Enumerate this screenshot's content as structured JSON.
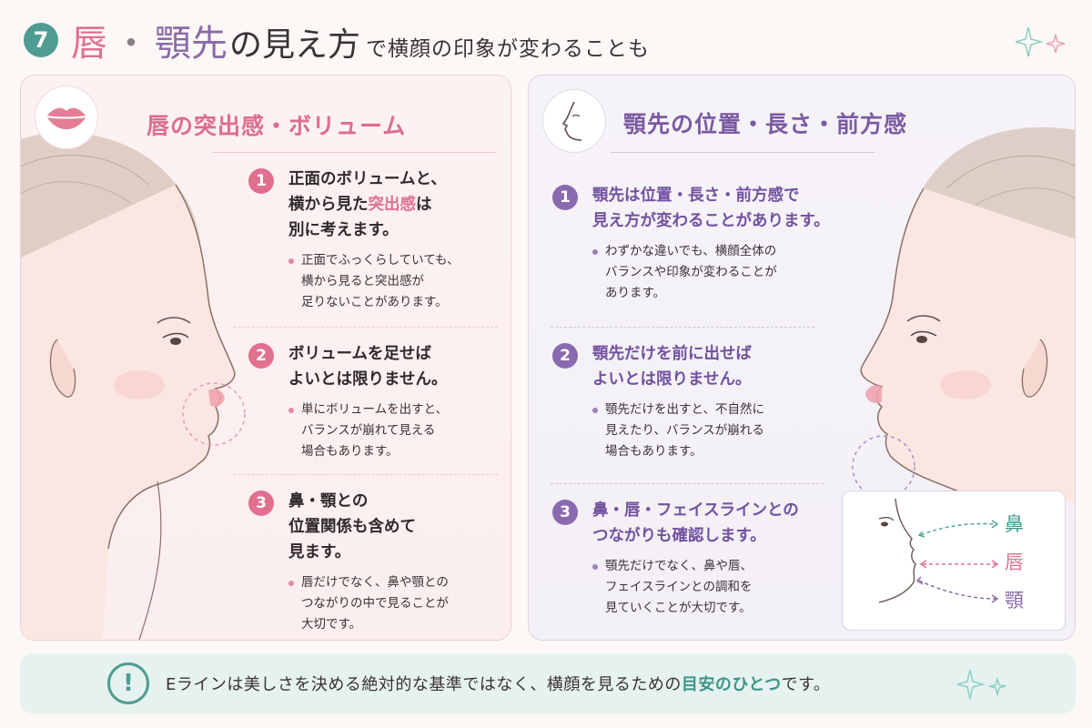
{
  "header": {
    "number": "7",
    "lip": "唇",
    "dot": "・",
    "chin": "顎先",
    "mid": "の見え方",
    "sub": "で横顔の印象が変わることも"
  },
  "left": {
    "title": "唇の突出感・ボリューム",
    "items": [
      {
        "num": "1",
        "title_l1": "正面のボリュームと、",
        "title_l2a": "横から見た",
        "title_l2hl": "突出感",
        "title_l2b": "は",
        "title_l3": "別に考えます。",
        "body": [
          "正面でふっくらしていても、",
          "横から見ると突出感が",
          "足りないことがあります。"
        ]
      },
      {
        "num": "2",
        "title_l1": "ボリュームを足せば",
        "title_l2": "よいとは限りません。",
        "body": [
          "単にボリュームを出すと、",
          "バランスが崩れて見える",
          "場合もあります。"
        ]
      },
      {
        "num": "3",
        "title_l1": "鼻・顎との",
        "title_l2": "位置関係も含めて",
        "title_l3": "見ます。",
        "body": [
          "唇だけでなく、鼻や顎との",
          "つながりの中で見ることが",
          "大切です。"
        ]
      }
    ]
  },
  "right": {
    "title": "顎先の位置・長さ・前方感",
    "items": [
      {
        "num": "1",
        "title_l1": "顎先は位置・長さ・前方感で",
        "title_l2": "見え方が変わることがあります。",
        "body": [
          "わずかな違いでも、横顔全体の",
          "バランスや印象が変わることが",
          "あります。"
        ]
      },
      {
        "num": "2",
        "title_l1": "顎先だけを前に出せば",
        "title_l2": "よいとは限りません。",
        "body": [
          "顎先だけを出すと、不自然に",
          "見えたり、バランスが崩れる",
          "場合もあります。"
        ]
      },
      {
        "num": "3",
        "title_l1": "鼻・唇・フェイスラインとの",
        "title_l2": "つながりも確認します。",
        "body": [
          "顎先だけでなく、鼻や唇、",
          "フェイスラインとの調和を",
          "見ていくことが大切です。"
        ]
      }
    ],
    "inset": {
      "nose": "鼻",
      "lip": "唇",
      "chin": "顎"
    }
  },
  "footer": {
    "icon": "!",
    "text_a": "Eラインは美しさを決める絶対的な基準ではなく、横顔を見るための",
    "text_hl": "目安のひとつ",
    "text_b": "です。"
  },
  "colors": {
    "teal": "#4f9c92",
    "pink": "#e0718e",
    "purple": "#8b6aa8"
  },
  "icons": [
    "lips-icon",
    "profile-icon",
    "sparkle-icon",
    "exclamation-icon"
  ]
}
